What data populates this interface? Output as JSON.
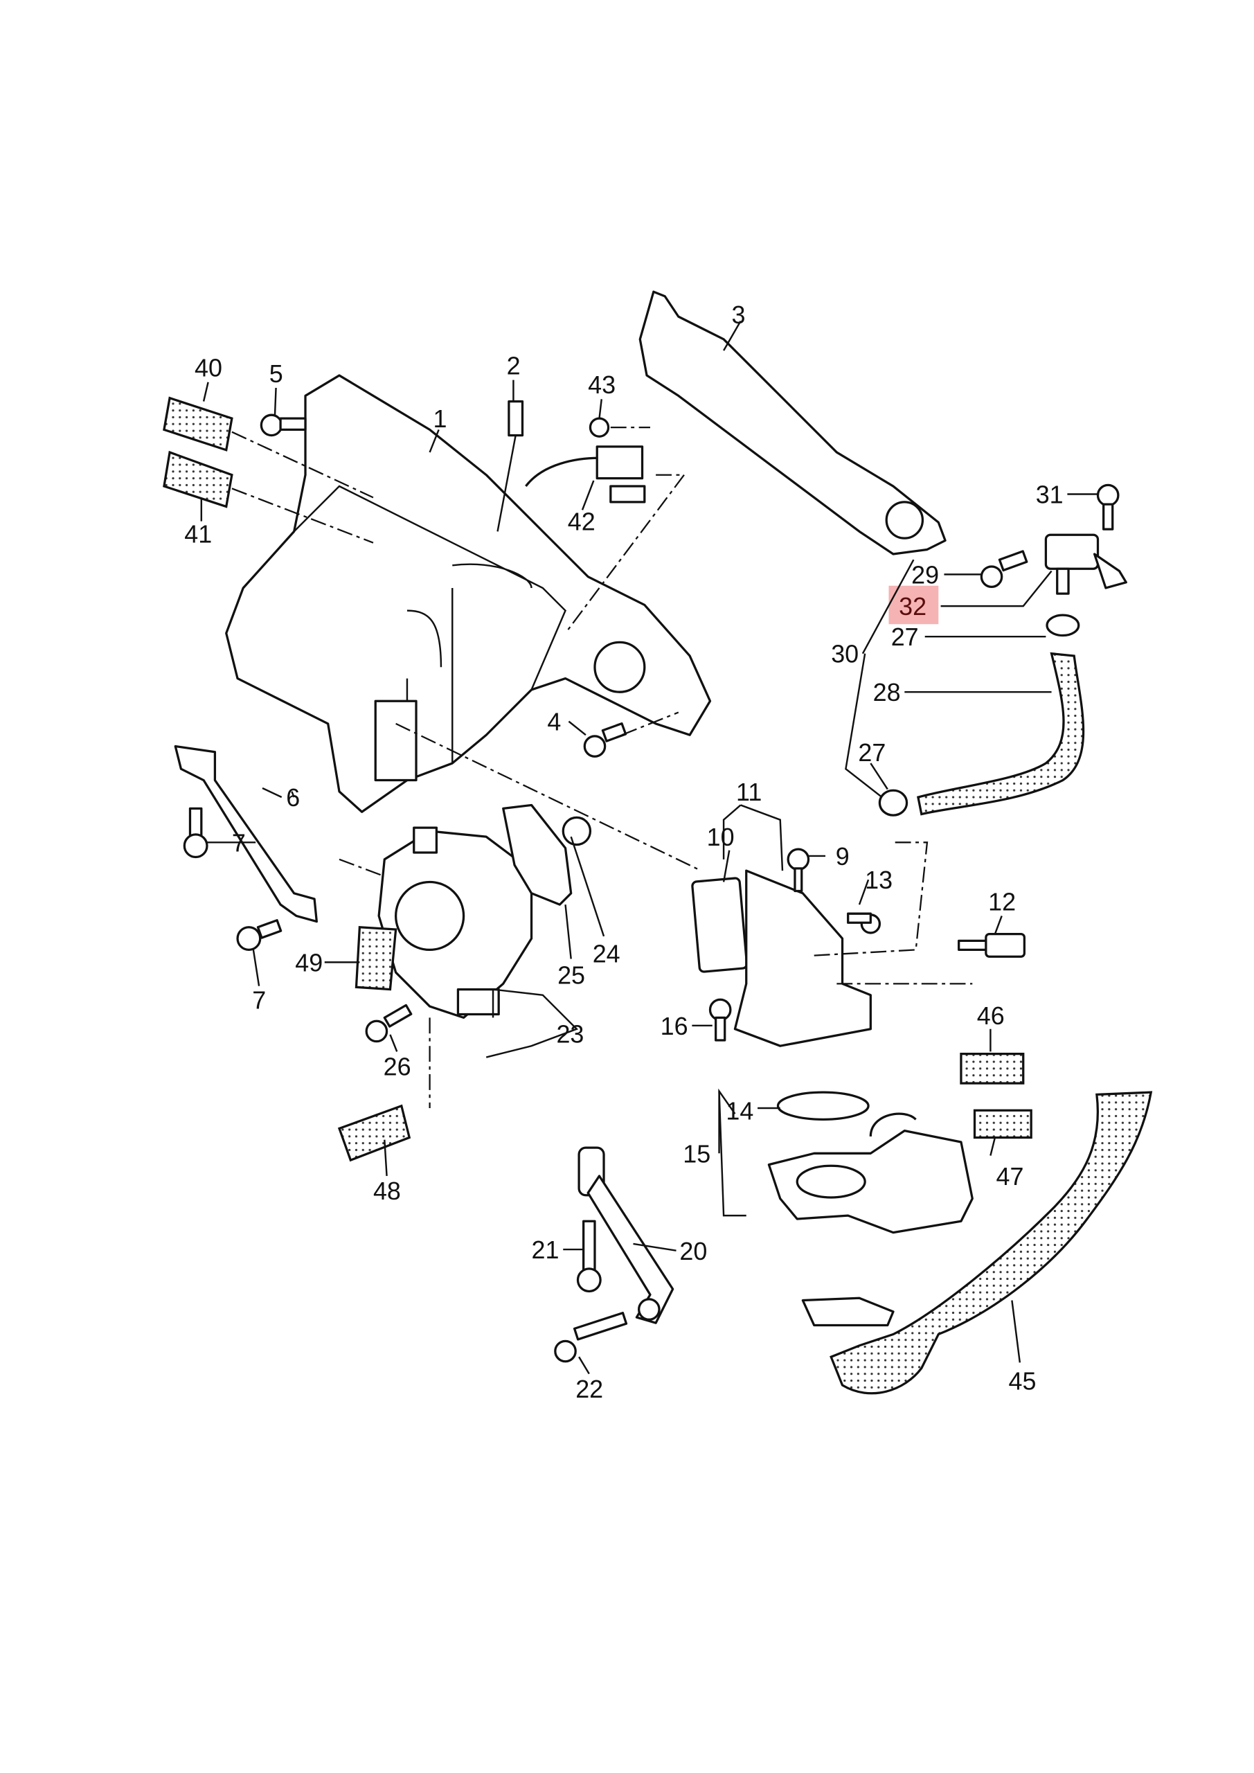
{
  "diagram": {
    "type": "exploded parts diagram",
    "highlight_color": "#f4a6a6",
    "highlighted_callout": "32",
    "callouts": {
      "c1": "1",
      "c2": "2",
      "c3": "3",
      "c4": "4",
      "c5": "5",
      "c6": "6",
      "c7a": "7",
      "c7b": "7",
      "c9": "9",
      "c10": "10",
      "c11": "11",
      "c12": "12",
      "c13": "13",
      "c14": "14",
      "c15": "15",
      "c16": "16",
      "c20": "20",
      "c21": "21",
      "c22": "22",
      "c23": "23",
      "c24": "24",
      "c25": "25",
      "c26": "26",
      "c27a": "27",
      "c27b": "27",
      "c28": "28",
      "c29": "29",
      "c30": "30",
      "c31": "31",
      "c32": "32",
      "c40": "40",
      "c41": "41",
      "c42": "42",
      "c43": "43",
      "c45": "45",
      "c46": "46",
      "c47": "47",
      "c48": "48",
      "c49": "49"
    }
  }
}
